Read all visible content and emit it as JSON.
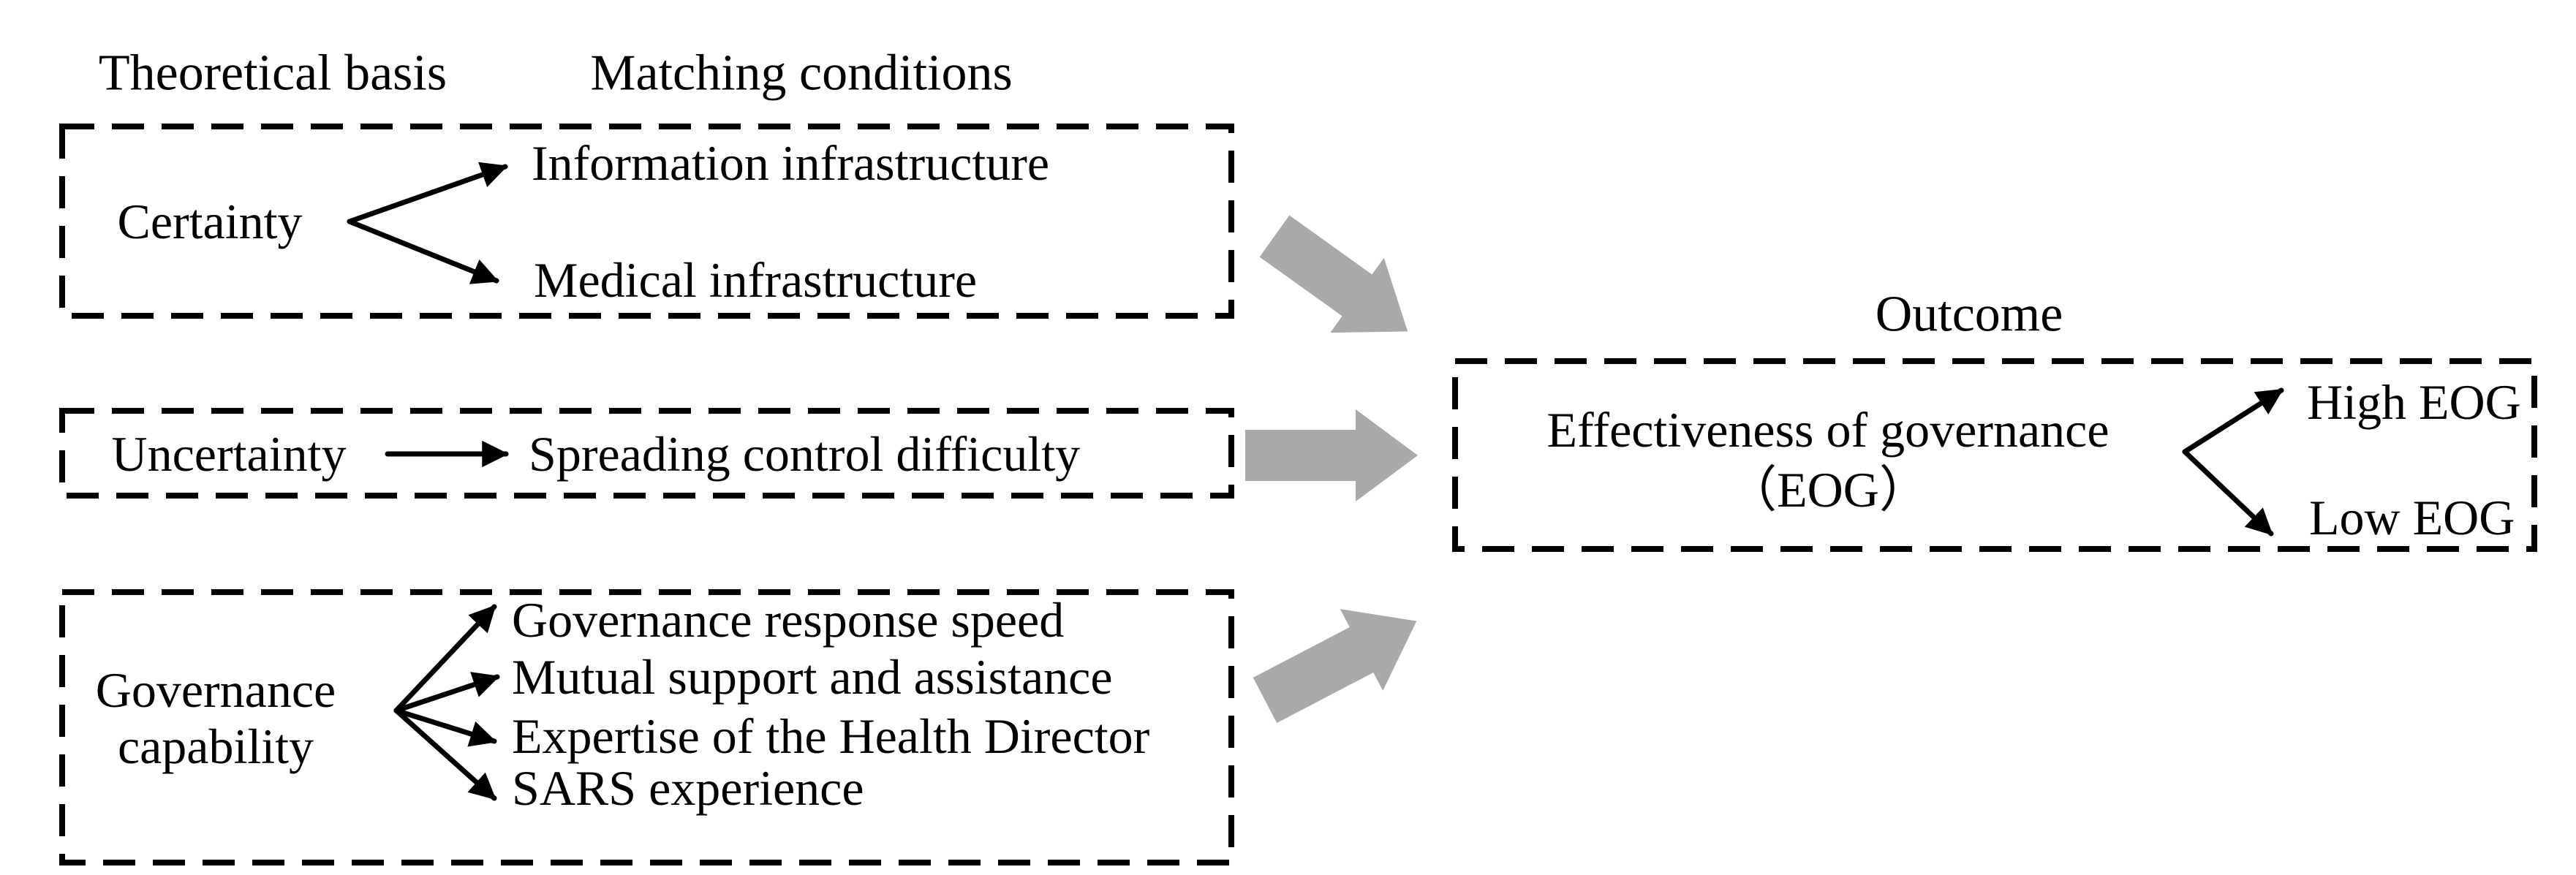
{
  "headers": {
    "theoretical_basis": "Theoretical basis",
    "matching_conditions": "Matching conditions",
    "outcome": "Outcome"
  },
  "groups": [
    {
      "condition": "Certainty",
      "factors": [
        "Information infrastructure",
        "Medical infrastructure"
      ]
    },
    {
      "condition": "Uncertainty",
      "factors": [
        "Spreading control difficulty"
      ]
    },
    {
      "condition": "Governance capability",
      "condition_lines": [
        "Governance",
        "capability"
      ],
      "factors": [
        "Governance response speed",
        "Mutual support and assistance",
        "Expertise of the Health Director",
        "SARS experience"
      ]
    }
  ],
  "outcome": {
    "title": "Effectiveness of governance",
    "abbreviation": "（EOG）",
    "results": [
      "High EOG",
      "Low EOG"
    ]
  },
  "colors": {
    "ink": "#000000",
    "block_arrow_gray": "#a9a9a9"
  }
}
